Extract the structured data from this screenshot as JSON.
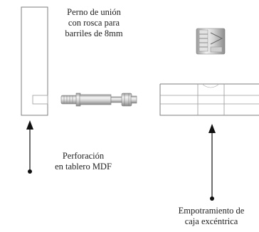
{
  "labels": {
    "bolt": "Perno de unión\ncon rosca para\nbarriles de 8mm",
    "hole": "Perforación\nen tablero MDF",
    "cam": "Empotramiento de\ncaja excéntrica"
  },
  "colors": {
    "outline": "#7d7d7d",
    "metal_light": "#f3f3f3",
    "metal_mid": "#c9c9c9",
    "metal_dark": "#8e8e8e",
    "arrow": "#111111",
    "text": "#222222"
  }
}
